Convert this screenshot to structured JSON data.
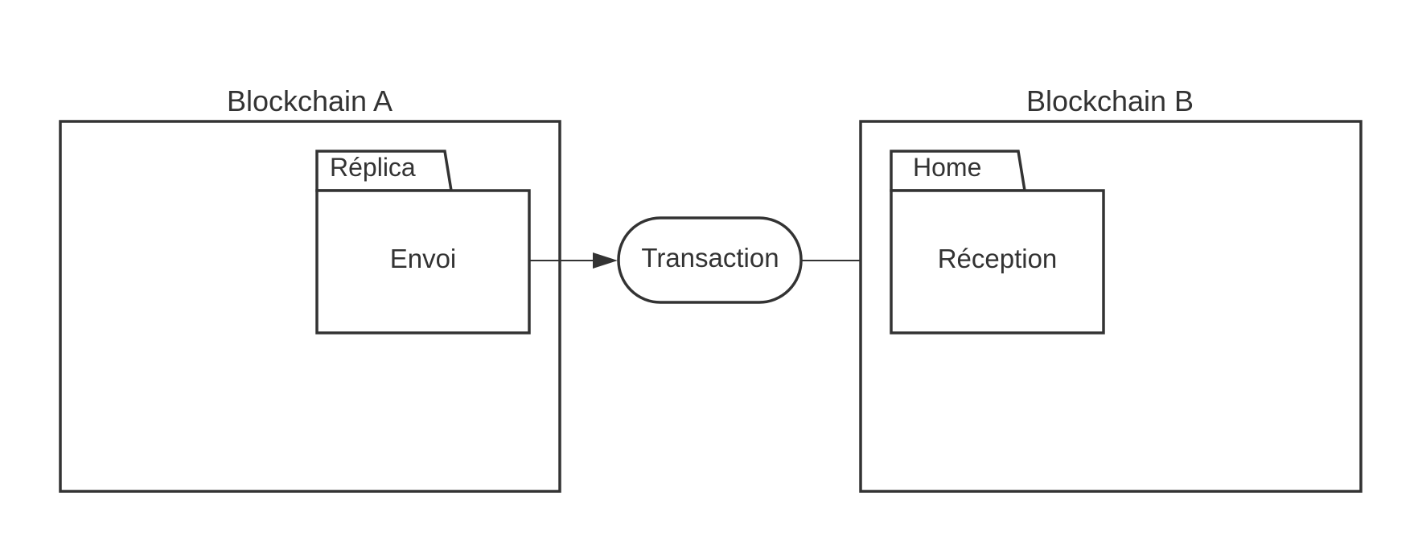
{
  "diagram": {
    "blockchain_a": {
      "title": "Blockchain A",
      "package_tab": "Réplica",
      "package_body": "Envoi"
    },
    "transaction": {
      "label": "Transaction"
    },
    "blockchain_b": {
      "title": "Blockchain B",
      "package_tab": "Home",
      "package_body": "Réception"
    },
    "colors": {
      "stroke": "#333333",
      "text": "#333333",
      "background": "#ffffff"
    }
  }
}
